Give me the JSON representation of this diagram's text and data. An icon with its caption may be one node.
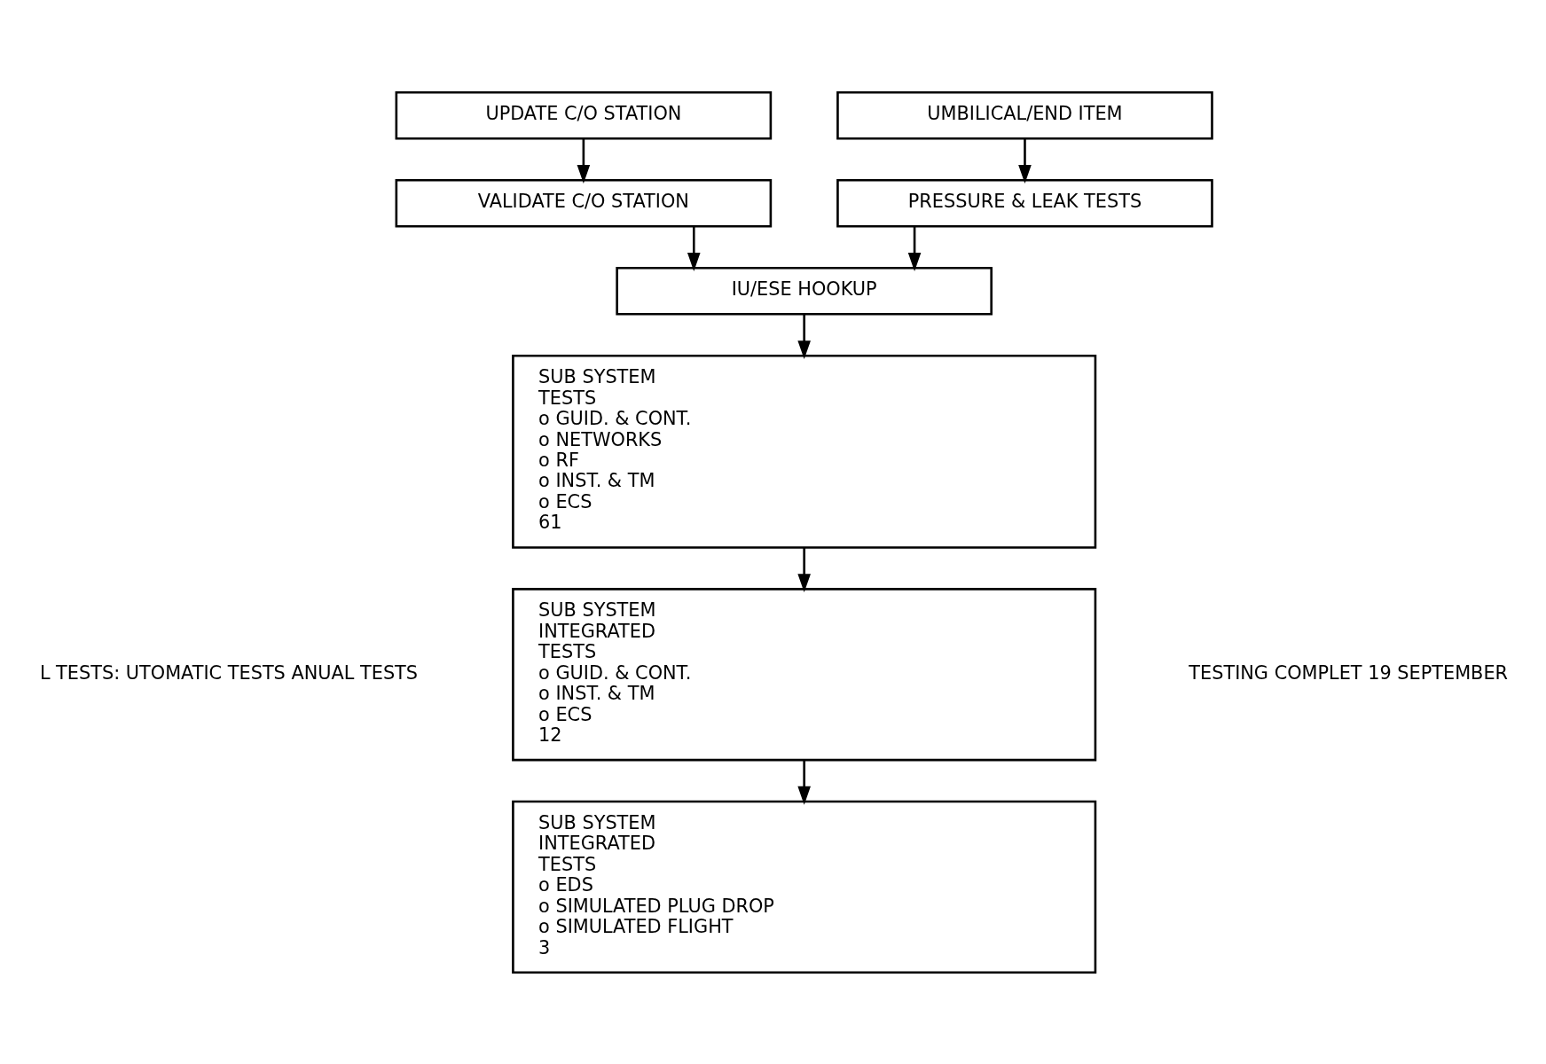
{
  "diagram": {
    "nodes": [
      {
        "text": [
          "UPDATE C/O STATION"
        ]
      },
      {
        "text": [
          "VALIDATE C/O STATION"
        ]
      },
      {
        "text": [
          "UMBILICAL/END ITEM"
        ]
      },
      {
        "text": [
          "PRESSURE & LEAK TESTS"
        ]
      },
      {
        "text": [
          "IU/ESE HOOKUP"
        ]
      },
      {
        "text": [
          "SUB SYSTEM",
          "TESTS",
          "o GUID. & CONT.",
          "o NETWORKS",
          "o RF",
          "o INST. & TM",
          "o ECS",
          "61"
        ]
      },
      {
        "text": [
          "SUB SYSTEM",
          "INTEGRATED",
          "TESTS",
          "o GUID. & CONT.",
          "o INST. & TM",
          "o ECS",
          "12"
        ]
      },
      {
        "text": [
          "SUB SYSTEM",
          "INTEGRATED",
          "TESTS",
          "o EDS",
          "o SIMULATED PLUG DROP",
          "o SIMULATED FLIGHT",
          "3"
        ]
      }
    ],
    "edges": [
      {
        "from": 0,
        "to": 1,
        "arrow": "to"
      },
      {
        "from": 2,
        "to": 3,
        "arrow": "to"
      },
      {
        "from": 1,
        "to": 4,
        "arrow": "to"
      },
      {
        "from": 3,
        "to": 4,
        "arrow": "to"
      },
      {
        "from": 4,
        "to": 5,
        "arrow": "to"
      },
      {
        "from": 5,
        "to": 6,
        "arrow": "to"
      },
      {
        "from": 6,
        "to": 7,
        "arrow": "to"
      }
    ],
    "labels": [
      "L TESTS: UTOMATIC TESTS ANUAL TESTS",
      "TESTING COMPLET 19 SEPTEMBER"
    ]
  }
}
